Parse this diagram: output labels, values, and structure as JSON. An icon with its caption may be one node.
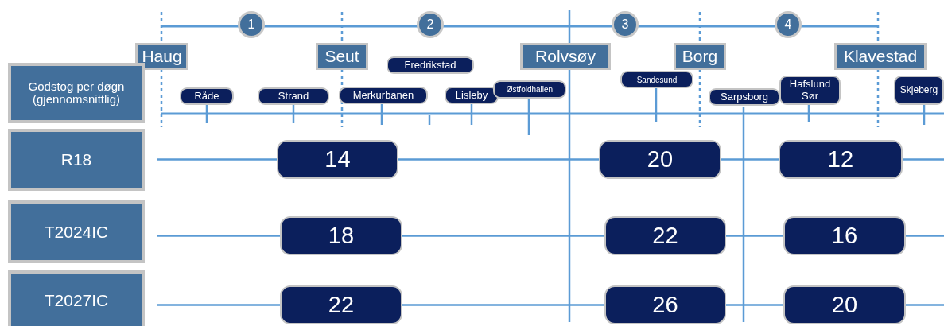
{
  "diagram": {
    "nodes": [
      {
        "text": [
          "1"
        ]
      },
      {
        "text": [
          "2"
        ]
      },
      {
        "text": [
          "3"
        ]
      },
      {
        "text": [
          "4"
        ]
      },
      {
        "text": [
          "Haug"
        ]
      },
      {
        "text": [
          "Seut"
        ]
      },
      {
        "text": [
          "Fredrikstad"
        ]
      },
      {
        "text": [
          "Rolvsøy"
        ]
      },
      {
        "text": [
          "Borg"
        ]
      },
      {
        "text": [
          "Klavestad"
        ]
      },
      {
        "text": [
          "Godstog per døgn (gjennomsnittlig)"
        ]
      },
      {
        "text": [
          "Råde"
        ]
      },
      {
        "text": [
          "Strand"
        ]
      },
      {
        "text": [
          "Merkurbanen"
        ]
      },
      {
        "text": [
          "Lisleby"
        ]
      },
      {
        "text": [
          "Østfoldhallen"
        ]
      },
      {
        "text": [
          "Sandesund"
        ]
      },
      {
        "text": [
          "Sarpsborg"
        ]
      },
      {
        "text": [
          "Hafslund Sør"
        ]
      },
      {
        "text": [
          "Skjeberg"
        ]
      },
      {
        "text": [
          "R18"
        ]
      },
      {
        "text": [
          "14"
        ]
      },
      {
        "text": [
          "20"
        ]
      },
      {
        "text": [
          "12"
        ]
      },
      {
        "text": [
          "T2024IC"
        ]
      },
      {
        "text": [
          "18"
        ]
      },
      {
        "text": [
          "22"
        ]
      },
      {
        "text": [
          "16"
        ]
      },
      {
        "text": [
          "T2027IC"
        ]
      },
      {
        "text": [
          "22"
        ]
      },
      {
        "text": [
          "26"
        ]
      },
      {
        "text": [
          "20"
        ]
      }
    ],
    "edges": [
      {
        "from": null,
        "to": 21,
        "arrow": "none"
      },
      {
        "from": 21,
        "to": 22,
        "arrow": "none"
      },
      {
        "from": 22,
        "to": 23,
        "arrow": "none"
      },
      {
        "from": 23,
        "to": null,
        "arrow": "none"
      },
      {
        "from": null,
        "to": 25,
        "arrow": "none"
      },
      {
        "from": 25,
        "to": 26,
        "arrow": "none"
      },
      {
        "from": 26,
        "to": 27,
        "arrow": "none"
      },
      {
        "from": 27,
        "to": null,
        "arrow": "none"
      },
      {
        "from": null,
        "to": 29,
        "arrow": "none"
      },
      {
        "from": 29,
        "to": 30,
        "arrow": "none"
      },
      {
        "from": 30,
        "to": 31,
        "arrow": "none"
      },
      {
        "from": 31,
        "to": null,
        "arrow": "none"
      }
    ]
  }
}
